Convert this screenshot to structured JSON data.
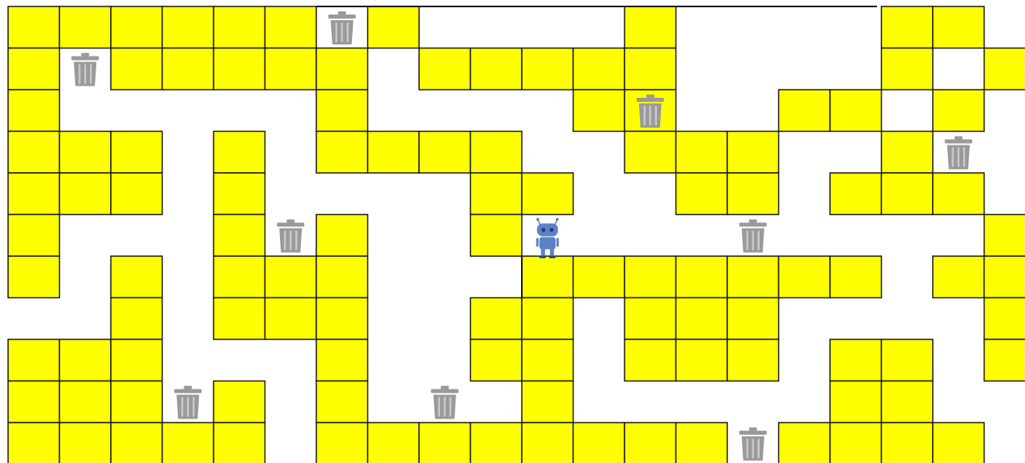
{
  "game": {
    "type": "maze",
    "grid": {
      "rows": 11,
      "cols": 21,
      "filled_color": "#ffff00",
      "empty_color": "#ffffff",
      "rows_map": [
        "######.#....#....##.#",
        "#.#####.#####....#.#.",
        "#.....#....##..##.#.#",
        "###.#.####..###..#..#",
        "###.#....##..##.###.#",
        "#...#.#..#.........##",
        "#.#.###...#######.###",
        "..#.###..##.###....##",
        "###...#..##.###.##.##",
        "###.#.#...#.....##..#",
        "#####.########.####.#"
      ]
    },
    "robot": {
      "name": "robot-icon",
      "row": 5,
      "col": 10
    },
    "trash_cans": [
      {
        "row": 0,
        "col": 6
      },
      {
        "row": 1,
        "col": 1
      },
      {
        "row": 2,
        "col": 12
      },
      {
        "row": 3,
        "col": 18
      },
      {
        "row": 5,
        "col": 5
      },
      {
        "row": 5,
        "col": 14
      },
      {
        "row": 9,
        "col": 3
      },
      {
        "row": 9,
        "col": 8
      },
      {
        "row": 10,
        "col": 14
      }
    ],
    "icon_names": {
      "robot": "robot-icon",
      "trash": "trash-can-icon"
    },
    "colors": {
      "robot": "#5b82c4",
      "trash": "#9a9a9a"
    }
  }
}
